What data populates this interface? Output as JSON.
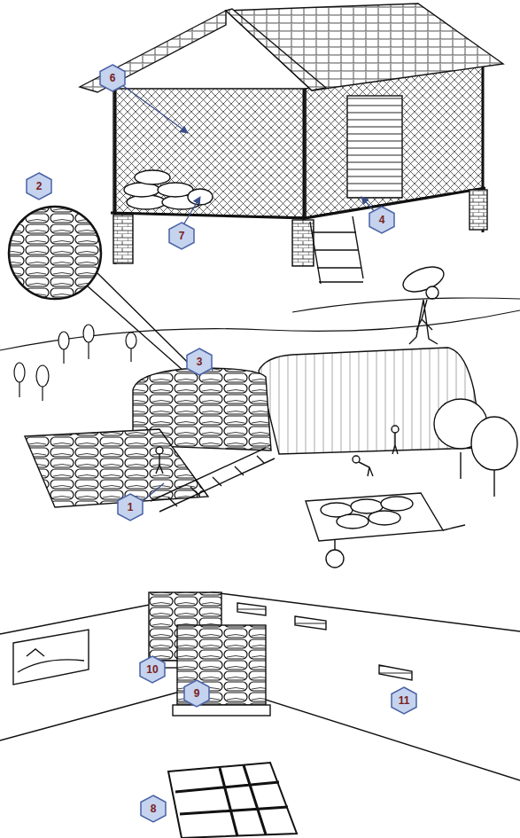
{
  "diagram": {
    "nodes": [
      {
        "text": [
          "6"
        ]
      },
      {
        "text": [
          "2"
        ]
      },
      {
        "text": [
          "4"
        ]
      },
      {
        "text": [
          "7"
        ]
      },
      {
        "text": [
          "3"
        ]
      },
      {
        "text": [
          "1"
        ]
      },
      {
        "text": [
          "10"
        ]
      },
      {
        "text": [
          "9"
        ]
      },
      {
        "text": [
          "11"
        ]
      },
      {
        "text": [
          "8"
        ]
      }
    ]
  }
}
